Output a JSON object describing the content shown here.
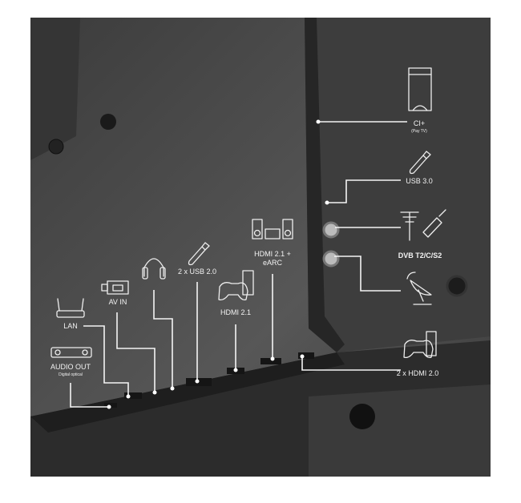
{
  "colors": {
    "background": "#ffffff",
    "tv_body": "#4a4a4a",
    "tv_frame": "#2a2a2a",
    "label": "#f2f2f2"
  },
  "ports": {
    "ci_plus": {
      "label": "CI+",
      "sublabel": "(Pay TV)",
      "icon": "ci-card-icon"
    },
    "usb3": {
      "label": "USB 3.0",
      "icon": "usb-stick-icon"
    },
    "antenna": {
      "icon": "antenna-icon",
      "cable_icon": "coax-cable-icon"
    },
    "dvb": {
      "label": "DVB T2/C/S2",
      "icon": "satellite-dish-icon"
    },
    "hdmi20": {
      "label": "2 x HDMI 2.0",
      "icon": "game-console-icon"
    },
    "hdmi21_earc": {
      "label_line1": "HDMI 2.1 +",
      "label_line2": "eARC",
      "icon": "sound-system-icon"
    },
    "hdmi21": {
      "label": "HDMI 2.1",
      "icon": "game-console-icon"
    },
    "usb2": {
      "label": "2 x USB 2.0",
      "icon": "usb-stick-icon"
    },
    "headphones": {
      "icon": "headphones-icon"
    },
    "av_in": {
      "label": "AV IN",
      "icon": "camcorder-icon"
    },
    "lan": {
      "label": "LAN",
      "icon": "router-icon"
    },
    "audio_out": {
      "label": "AUDIO OUT",
      "sublabel": "Digital optical",
      "icon": "optical-audio-icon"
    }
  }
}
